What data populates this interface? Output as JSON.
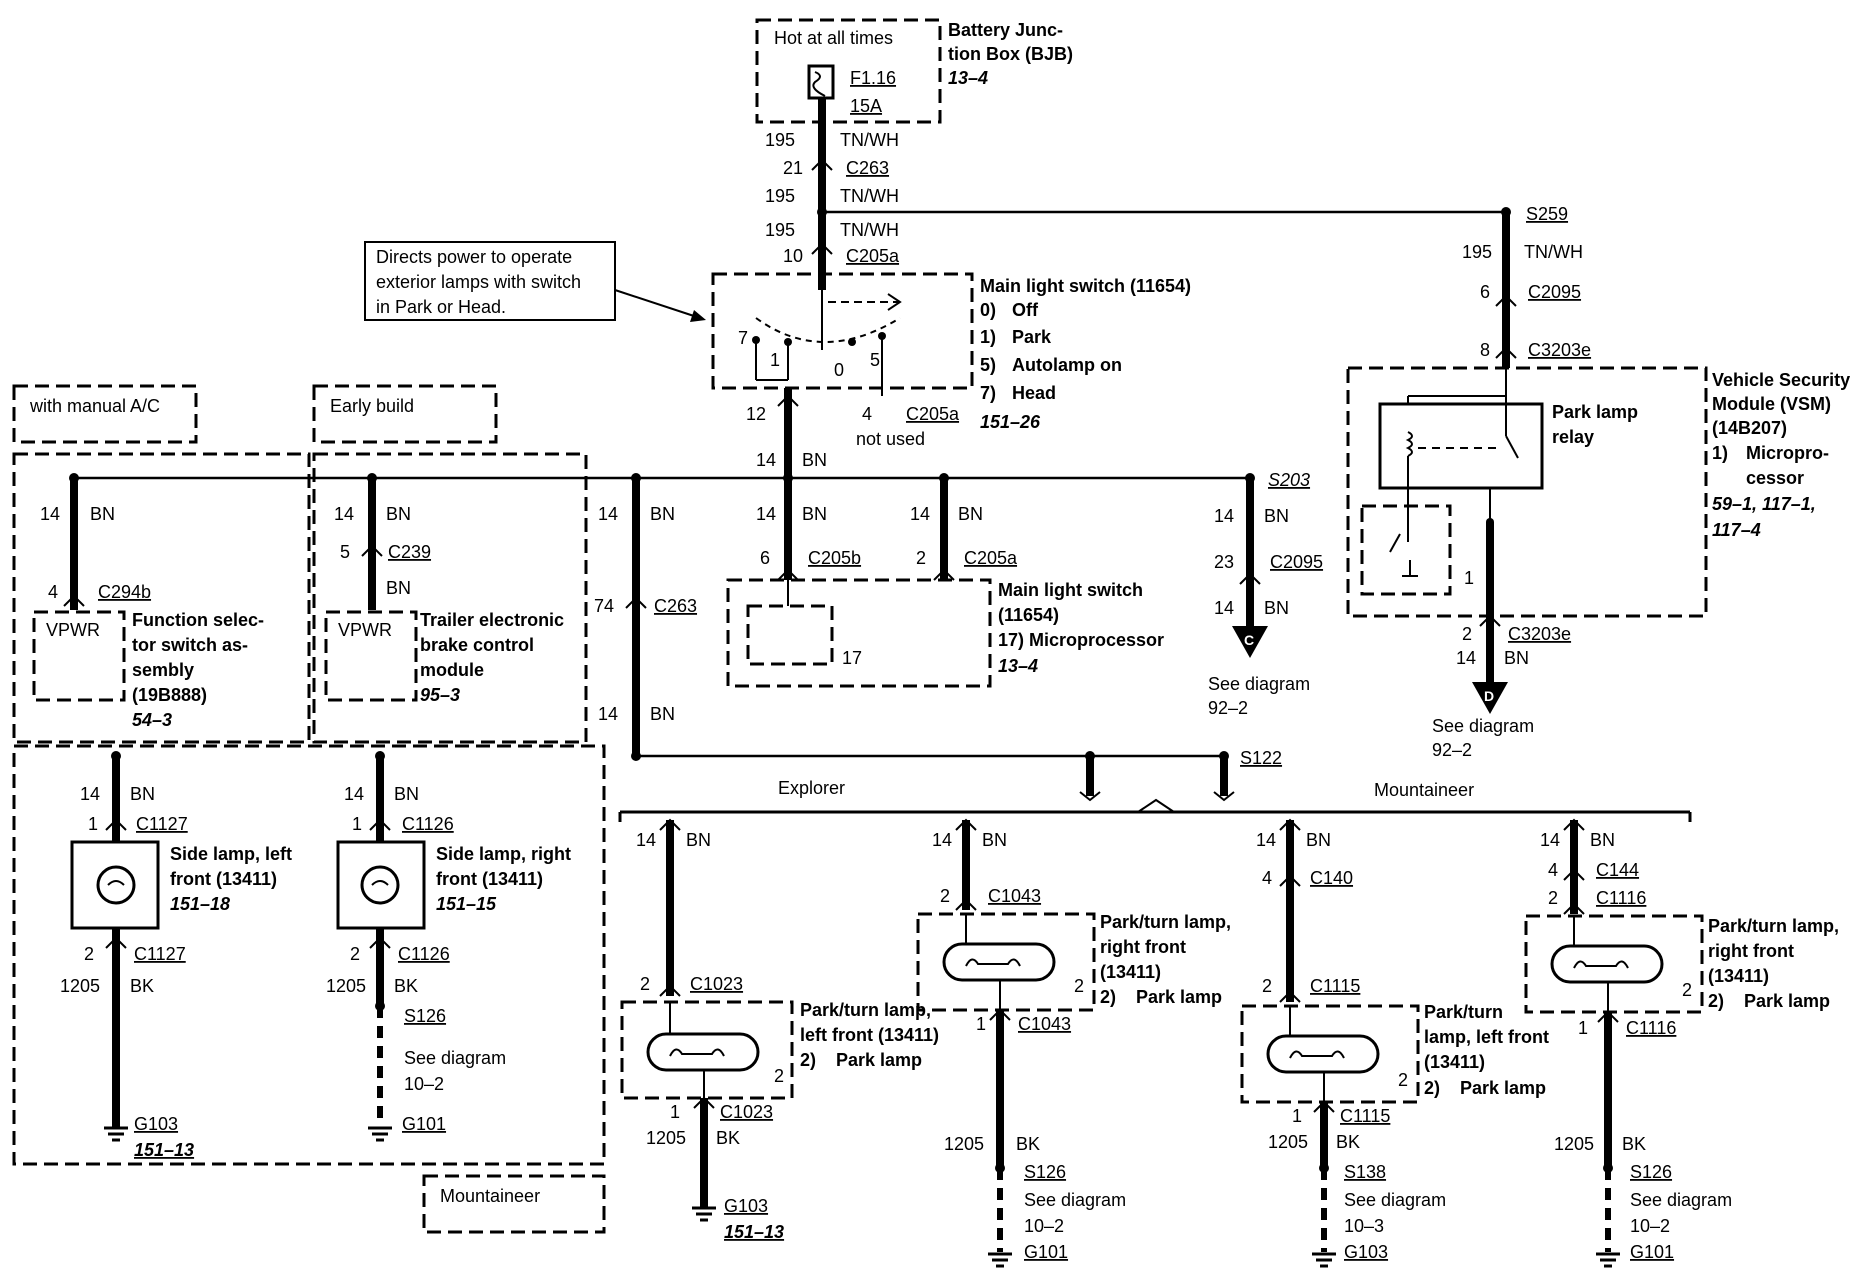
{
  "bjb": {
    "hot_label": "Hot at all times",
    "name_line1": "Battery Junc-",
    "name_line2": "tion Box (BJB)",
    "ref": "13–4",
    "fuse_id": "F1.16",
    "fuse_rating": "15A"
  },
  "feed_wires": {
    "c1_num": "195",
    "c1_color": "TN/WH",
    "c263_pin": "21",
    "c263_name": "C263",
    "c2_num": "195",
    "c2_color": "TN/WH",
    "c3_num": "195",
    "c3_color": "TN/WH",
    "c205a_pin": "10",
    "c205a_name": "C205a"
  },
  "note": {
    "line1": "Directs power to operate",
    "line2": "exterior lamps with switch",
    "line3": "in Park or Head."
  },
  "main_switch": {
    "title": "Main light switch (11654)",
    "pos0_num": "0)",
    "pos0": "Off",
    "pos1_num": "1)",
    "pos1": "Park",
    "pos5_num": "5)",
    "pos5": "Autolamp on",
    "pos7_num": "7)",
    "pos7": "Head",
    "ref": "151–26",
    "label_7": "7",
    "label_1": "1",
    "label_0": "0",
    "label_5": "5",
    "out_pin": "12",
    "nu_pin": "4",
    "nu_conn": "C205a",
    "nu_text": "not used"
  },
  "bus": {
    "wire_num": "14",
    "wire_color": "BN"
  },
  "options": {
    "manual_ac": "with manual A/C",
    "early_build": "Early build",
    "mountaineer_tag": "Mountaineer"
  },
  "func_switch": {
    "wire_num": "14",
    "wire_color": "BN",
    "pin": "4",
    "conn": "C294b",
    "vpwr": "VPWR",
    "line1": "Function selec-",
    "line2": "tor switch as-",
    "line3": "sembly",
    "line4": "(19B888)",
    "ref": "54–3"
  },
  "trailer": {
    "wire_num": "14",
    "wire_color": "BN",
    "pin": "5",
    "conn": "C239",
    "wire_color2": "BN",
    "vpwr": "VPWR",
    "line1": "Trailer electronic",
    "line2": "brake control",
    "line3": "module",
    "ref": "95–3"
  },
  "c263_branch": {
    "n1": "14",
    "c1": "BN",
    "pin": "74",
    "conn": "C263",
    "n2": "14",
    "c2": "BN"
  },
  "micro": {
    "w1_num": "14",
    "w1_color": "BN",
    "pin1": "6",
    "conn1": "C205b",
    "w2_num": "14",
    "w2_color": "BN",
    "pin2": "2",
    "conn2": "C205a",
    "inner_pin": "17",
    "line1": "Main light switch",
    "line2": "(11654)",
    "line3": "17)  Microprocessor",
    "ref": "13–4"
  },
  "s203": {
    "splice": "S203",
    "n1": "14",
    "c1": "BN",
    "pin": "23",
    "conn": "C2095",
    "n2": "14",
    "c2": "BN",
    "arrow": "C",
    "see": "See diagram",
    "ref": "92–2"
  },
  "vsm": {
    "splice": "S259",
    "w_num": "195",
    "w_color": "TN/WH",
    "pin6": "6",
    "conn6": "C2095",
    "pin8": "8",
    "conn8": "C3203e",
    "relay_line1": "Park lamp",
    "relay_line2": "relay",
    "name1": "Vehicle Security",
    "name2": "Module (VSM)",
    "name3": "(14B207)",
    "proc_num": "1)",
    "proc1": "Micropro-",
    "proc2": "cessor",
    "ref1": "59–1, 117–1,",
    "ref2": "117–4",
    "inner_pin": "1",
    "out_pin": "2",
    "out_conn": "C3203e",
    "out_num": "14",
    "out_color": "BN",
    "arrow": "D",
    "see": "See diagram",
    "see_ref": "92–2"
  },
  "s122": {
    "splice": "S122",
    "explorer": "Explorer",
    "mountaineer": "Mountaineer"
  },
  "side_left": {
    "n": "14",
    "c": "BN",
    "pin1": "1",
    "conn1": "C1127",
    "line1": "Side lamp, left",
    "line2": "front (13411)",
    "ref": "151–18",
    "pin2": "2",
    "conn2": "C1127",
    "n2": "1205",
    "c2": "BK",
    "ground": "G103",
    "gref": "151–13"
  },
  "side_right": {
    "n": "14",
    "c": "BN",
    "pin1": "1",
    "conn1": "C1126",
    "line1": "Side lamp, right",
    "line2": "front (13411)",
    "ref": "151–15",
    "pin2": "2",
    "conn2": "C1126",
    "n2": "1205",
    "c2": "BK",
    "splice": "S126",
    "see": "See diagram",
    "see_ref": "10–2",
    "ground": "G101"
  },
  "pt1": {
    "n": "14",
    "c": "BN",
    "pin_top": "2",
    "conn_top": "C1023",
    "line1": "Park/turn lamp,",
    "line2": "left front (13411)",
    "sub_num": "2)",
    "sub": "Park lamp",
    "inner": "2",
    "pin_bot": "1",
    "conn_bot": "C1023",
    "n2": "1205",
    "c2": "BK",
    "ground": "G103",
    "gref": "151–13"
  },
  "pt2": {
    "n": "14",
    "c": "BN",
    "pin_top": "2",
    "conn_top": "C1043",
    "line1": "Park/turn lamp,",
    "line2": "right front",
    "line3": "(13411)",
    "sub_num": "2)",
    "sub": "Park lamp",
    "inner": "2",
    "pin_bot": "1",
    "conn_bot": "C1043",
    "n2": "1205",
    "c2": "BK",
    "splice": "S126",
    "see": "See diagram",
    "see_ref": "10–2",
    "ground": "G101"
  },
  "pt3": {
    "n": "14",
    "c": "BN",
    "pin_a": "4",
    "conn_a": "C140",
    "pin_top": "2",
    "conn_top": "C1115",
    "line1": "Park/turn",
    "line2": "lamp, left front",
    "line3": "(13411)",
    "sub_num": "2)",
    "sub": "Park lamp",
    "inner": "2",
    "pin_bot": "1",
    "conn_bot": "C1115",
    "n2": "1205",
    "c2": "BK",
    "splice": "S138",
    "see": "See diagram",
    "see_ref": "10–3",
    "ground": "G103"
  },
  "pt4": {
    "n": "14",
    "c": "BN",
    "pin_a": "4",
    "conn_a": "C144",
    "pin_top": "2",
    "conn_top": "C1116",
    "line1": "Park/turn lamp,",
    "line2": "right front",
    "line3": "(13411)",
    "sub_num": "2)",
    "sub": "Park lamp",
    "inner": "2",
    "pin_bot": "1",
    "conn_bot": "C1116",
    "n2": "1205",
    "c2": "BK",
    "splice": "S126",
    "see": "See diagram",
    "see_ref": "10–2",
    "ground": "G101"
  }
}
